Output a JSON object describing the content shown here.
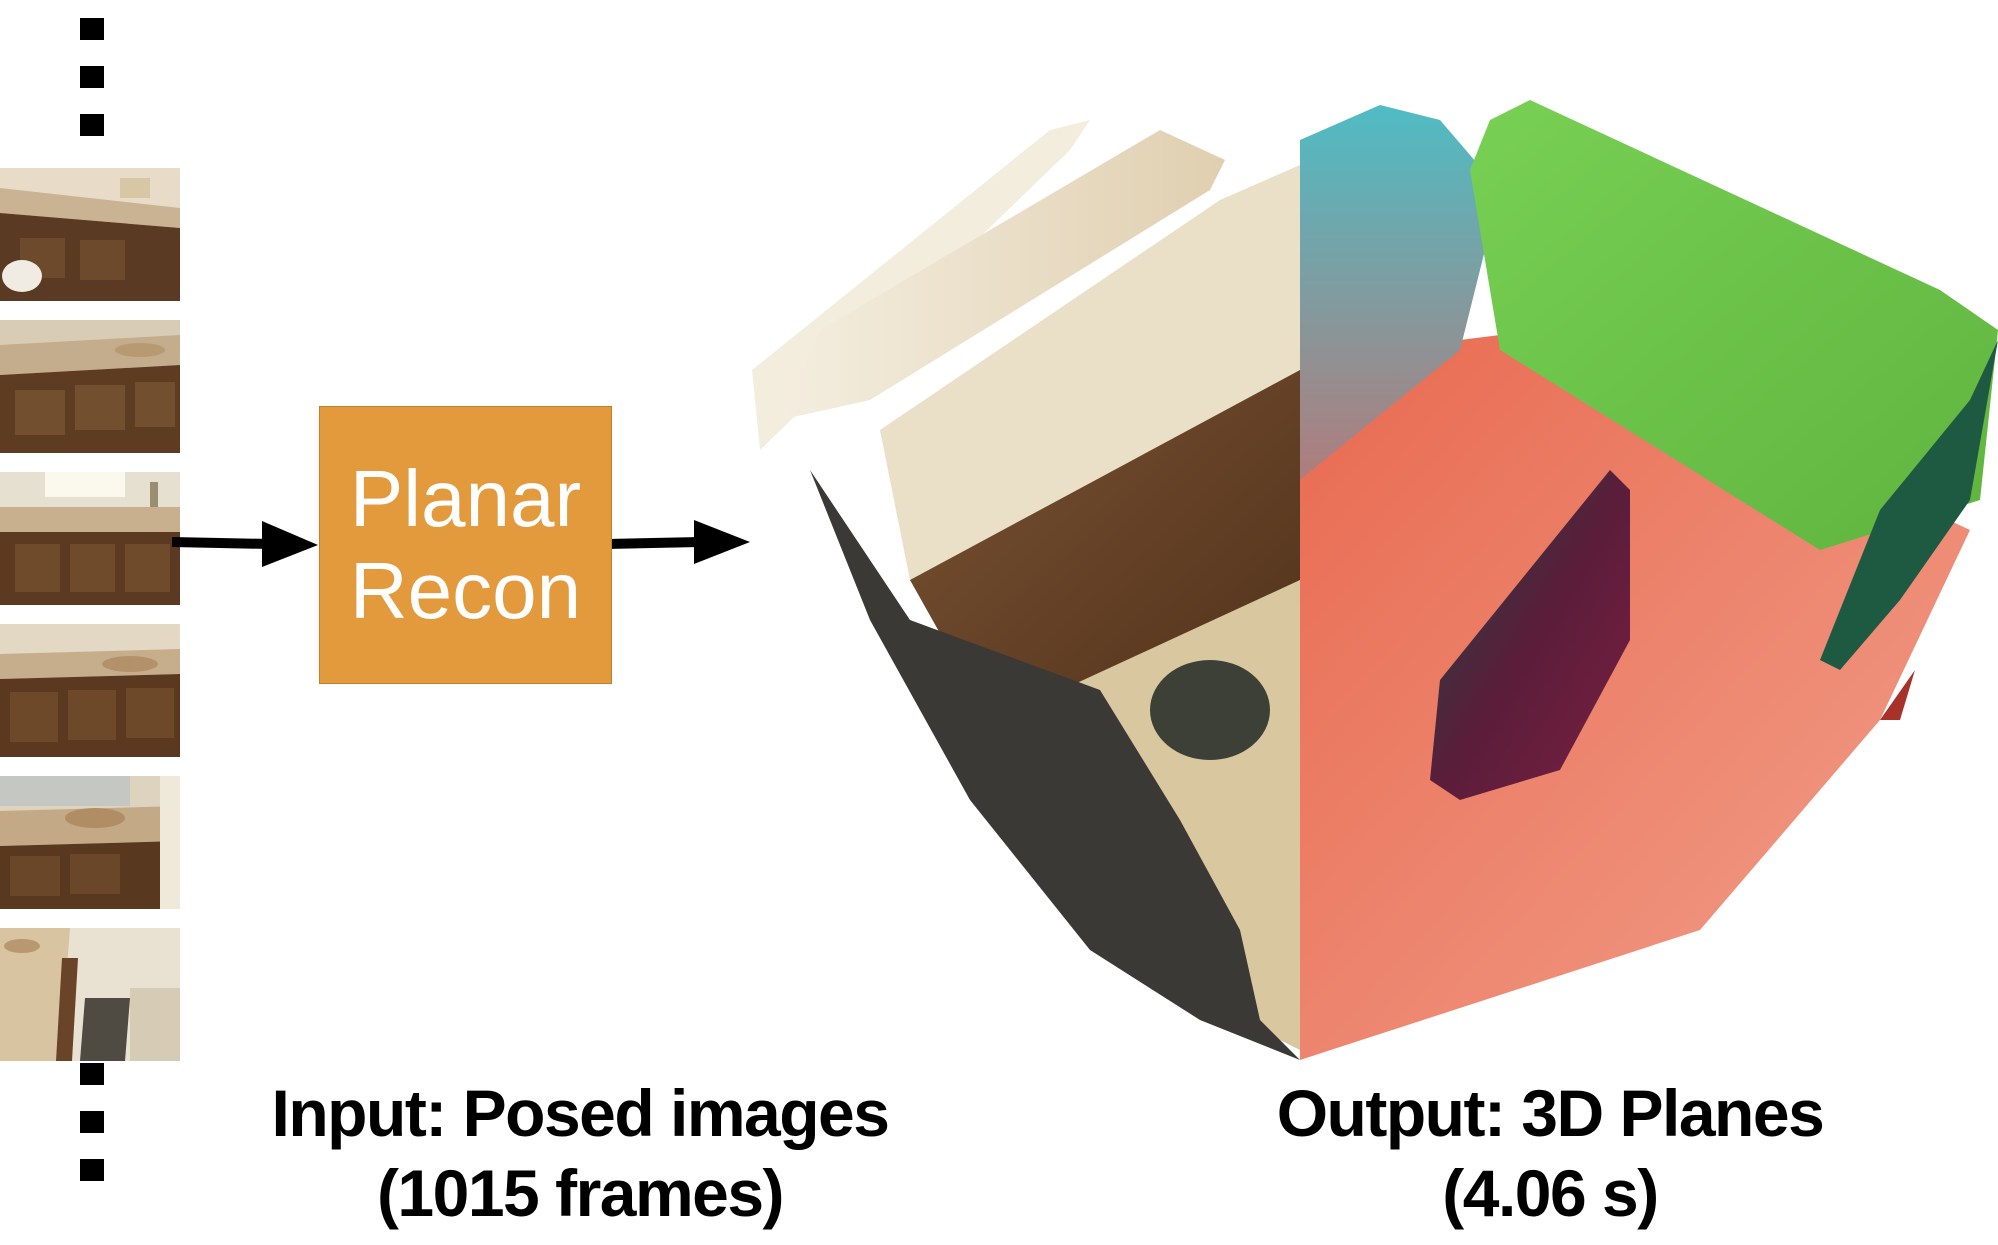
{
  "process_box": {
    "line1": "Planar",
    "line2": "Recon",
    "color": "#e39a3c"
  },
  "input_caption": {
    "line1": "Input: Posed images",
    "line2": "(1015 frames)"
  },
  "output_caption": {
    "line1": "Output: 3D Planes",
    "line2": "(4.06 s)"
  },
  "input_frames": [
    {
      "name": "bathroom-frame-1"
    },
    {
      "name": "bathroom-frame-2"
    },
    {
      "name": "bathroom-frame-3"
    },
    {
      "name": "bathroom-frame-4"
    },
    {
      "name": "bathroom-frame-5"
    },
    {
      "name": "bathroom-frame-6"
    }
  ],
  "plane_colors": {
    "floor": "#e86b52",
    "back_wall": "#7fd04f",
    "side_wall": "#4fb9c2",
    "dark_wall": "#1f5a44",
    "cabinet_hole": "#5a1f3a"
  }
}
